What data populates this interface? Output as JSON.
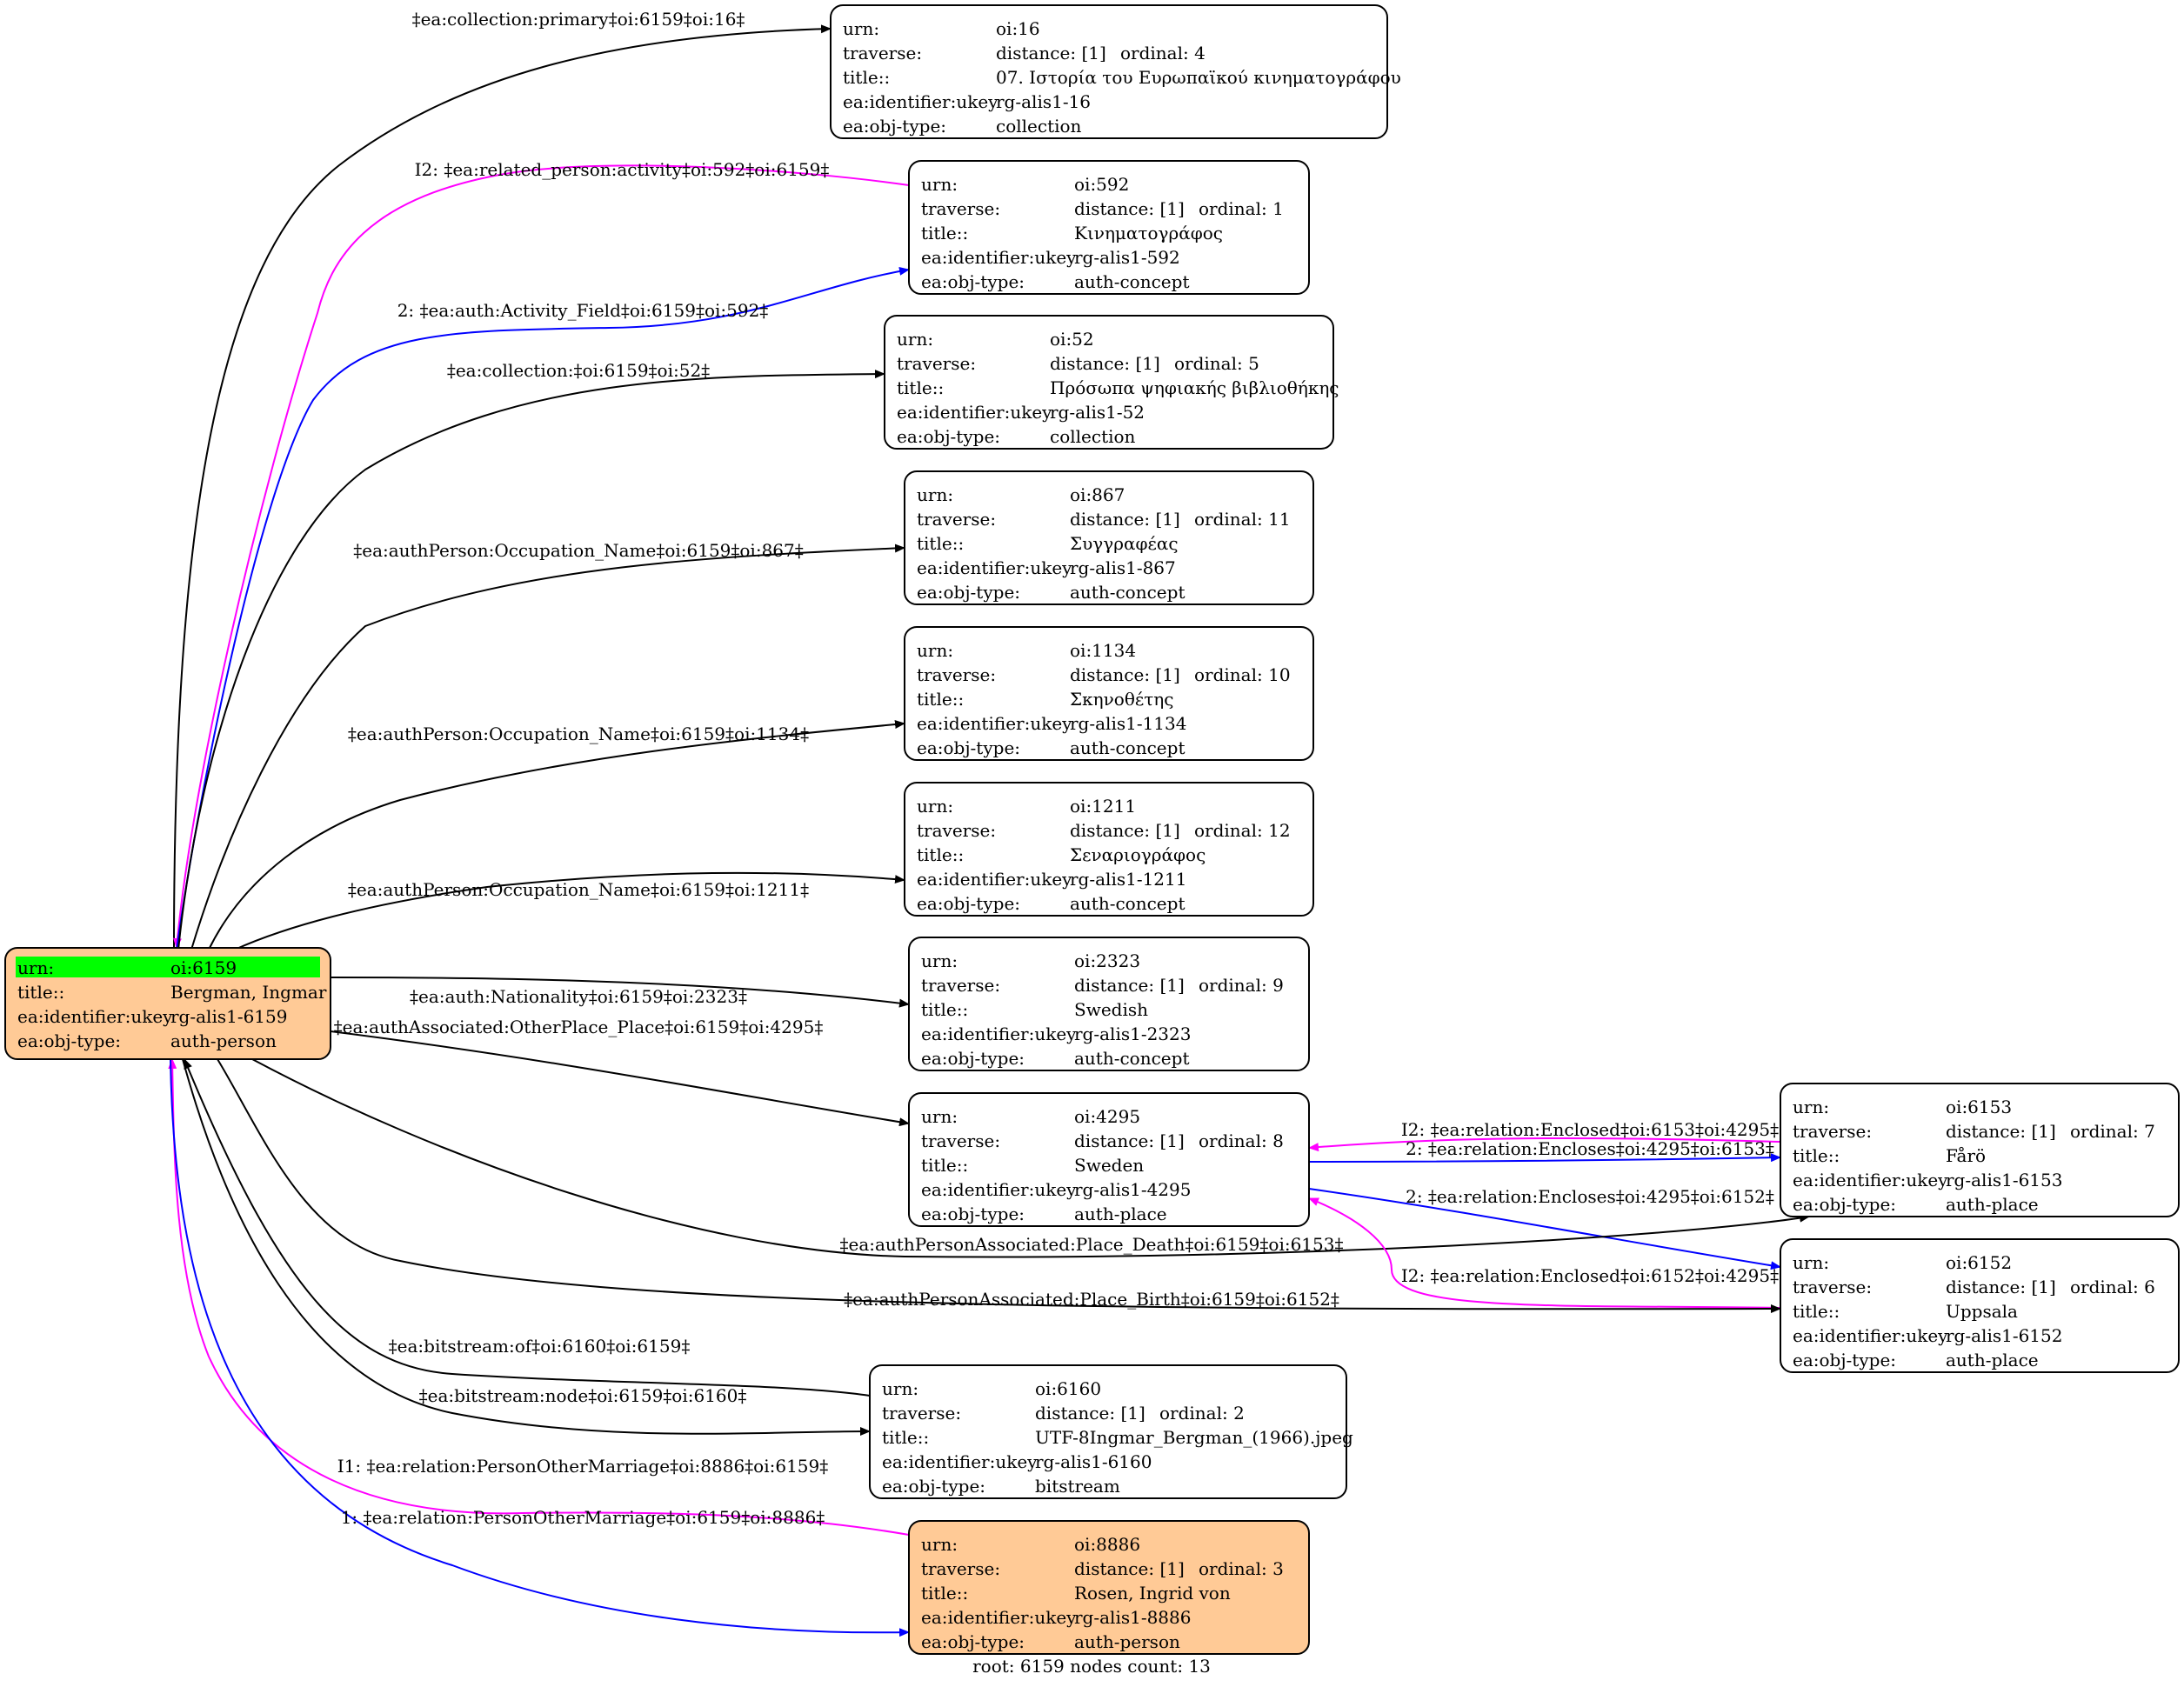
{
  "colors": {
    "edge_black": "#000000",
    "edge_magenta": "#ff00ff",
    "edge_blue": "#0000ff",
    "node_fill_default": "#ffffff",
    "node_fill_person": "#ffca96",
    "root_highlight": "#00ff00"
  },
  "root": {
    "id": "oi:6159",
    "rows": [
      {
        "key": "urn:",
        "value": "oi:6159"
      },
      {
        "key": "title::",
        "value": "Bergman, Ingmar"
      },
      {
        "key": "ea:identifier:ukey",
        "value": "rg-alis1-6159"
      },
      {
        "key": "ea:obj-type:",
        "value": "auth-person"
      }
    ]
  },
  "nodes": [
    {
      "id": "oi:16",
      "urn": "oi:16",
      "distance": "distance: [1]",
      "ordinal": "ordinal: 4",
      "title": "07. Ιστορία του Ευρωπαϊκού κινηματογράφου",
      "ukey": "rg-alis1-16",
      "obj_type": "collection",
      "fill": "node_fill_default"
    },
    {
      "id": "oi:592",
      "urn": "oi:592",
      "distance": "distance: [1]",
      "ordinal": "ordinal: 1",
      "title": "Κινηματογράφος",
      "ukey": "rg-alis1-592",
      "obj_type": "auth-concept",
      "fill": "node_fill_default"
    },
    {
      "id": "oi:52",
      "urn": "oi:52",
      "distance": "distance: [1]",
      "ordinal": "ordinal: 5",
      "title": "Πρόσωπα ψηφιακής βιβλιοθήκης",
      "ukey": "rg-alis1-52",
      "obj_type": "collection",
      "fill": "node_fill_default"
    },
    {
      "id": "oi:867",
      "urn": "oi:867",
      "distance": "distance: [1]",
      "ordinal": "ordinal: 11",
      "title": "Συγγραφέας",
      "ukey": "rg-alis1-867",
      "obj_type": "auth-concept",
      "fill": "node_fill_default"
    },
    {
      "id": "oi:1134",
      "urn": "oi:1134",
      "distance": "distance: [1]",
      "ordinal": "ordinal: 10",
      "title": "Σκηνοθέτης",
      "ukey": "rg-alis1-1134",
      "obj_type": "auth-concept",
      "fill": "node_fill_default"
    },
    {
      "id": "oi:1211",
      "urn": "oi:1211",
      "distance": "distance: [1]",
      "ordinal": "ordinal: 12",
      "title": "Σεναριογράφος",
      "ukey": "rg-alis1-1211",
      "obj_type": "auth-concept",
      "fill": "node_fill_default"
    },
    {
      "id": "oi:2323",
      "urn": "oi:2323",
      "distance": "distance: [1]",
      "ordinal": "ordinal: 9",
      "title": "Swedish",
      "ukey": "rg-alis1-2323",
      "obj_type": "auth-concept",
      "fill": "node_fill_default"
    },
    {
      "id": "oi:4295",
      "urn": "oi:4295",
      "distance": "distance: [1]",
      "ordinal": "ordinal: 8",
      "title": "Sweden",
      "ukey": "rg-alis1-4295",
      "obj_type": "auth-place",
      "fill": "node_fill_default"
    },
    {
      "id": "oi:6153",
      "urn": "oi:6153",
      "distance": "distance: [1]",
      "ordinal": "ordinal: 7",
      "title": "Fårö",
      "ukey": "rg-alis1-6153",
      "obj_type": "auth-place",
      "fill": "node_fill_default"
    },
    {
      "id": "oi:6152",
      "urn": "oi:6152",
      "distance": "distance: [1]",
      "ordinal": "ordinal: 6",
      "title": "Uppsala",
      "ukey": "rg-alis1-6152",
      "obj_type": "auth-place",
      "fill": "node_fill_default"
    },
    {
      "id": "oi:6160",
      "urn": "oi:6160",
      "distance": "distance: [1]",
      "ordinal": "ordinal: 2",
      "title": "UTF-8Ingmar_Bergman_(1966).jpeg",
      "ukey": "rg-alis1-6160",
      "obj_type": "bitstream",
      "fill": "node_fill_default"
    },
    {
      "id": "oi:8886",
      "urn": "oi:8886",
      "distance": "distance: [1]",
      "ordinal": "ordinal: 3",
      "title": "Rosen, Ingrid von",
      "ukey": "rg-alis1-8886",
      "obj_type": "auth-person",
      "fill": "node_fill_person"
    }
  ],
  "row_keys": {
    "urn": "urn:",
    "traverse": "traverse:",
    "title": "title::",
    "ukey": "ea:identifier:ukey",
    "obj_type": "ea:obj-type:"
  },
  "edges": [
    {
      "from": "oi:6159",
      "to": "oi:16",
      "label": "‡ea:collection:primary‡oi:6159‡oi:16‡",
      "color": "edge_black"
    },
    {
      "from": "oi:592",
      "to": "oi:6159",
      "label": "I2: ‡ea:related_person:activity‡oi:592‡oi:6159‡",
      "color": "edge_magenta"
    },
    {
      "from": "oi:6159",
      "to": "oi:592",
      "label": "2: ‡ea:auth:Activity_Field‡oi:6159‡oi:592‡",
      "color": "edge_blue"
    },
    {
      "from": "oi:6159",
      "to": "oi:52",
      "label": "‡ea:collection:‡oi:6159‡oi:52‡",
      "color": "edge_black"
    },
    {
      "from": "oi:6159",
      "to": "oi:867",
      "label": "‡ea:authPerson:Occupation_Name‡oi:6159‡oi:867‡",
      "color": "edge_black"
    },
    {
      "from": "oi:6159",
      "to": "oi:1134",
      "label": "‡ea:authPerson:Occupation_Name‡oi:6159‡oi:1134‡",
      "color": "edge_black"
    },
    {
      "from": "oi:6159",
      "to": "oi:1211",
      "label": "‡ea:authPerson:Occupation_Name‡oi:6159‡oi:1211‡",
      "color": "edge_black"
    },
    {
      "from": "oi:6159",
      "to": "oi:2323",
      "label": "‡ea:auth:Nationality‡oi:6159‡oi:2323‡",
      "color": "edge_black"
    },
    {
      "from": "oi:6159",
      "to": "oi:4295",
      "label": "‡ea:authAssociated:OtherPlace_Place‡oi:6159‡oi:4295‡",
      "color": "edge_black"
    },
    {
      "from": "oi:6153",
      "to": "oi:4295",
      "label": "I2: ‡ea:relation:Enclosed‡oi:6153‡oi:4295‡",
      "color": "edge_magenta"
    },
    {
      "from": "oi:4295",
      "to": "oi:6153",
      "label": "2: ‡ea:relation:Encloses‡oi:4295‡oi:6153‡",
      "color": "edge_blue"
    },
    {
      "from": "oi:4295",
      "to": "oi:6152",
      "label": "2: ‡ea:relation:Encloses‡oi:4295‡oi:6152‡",
      "color": "edge_blue"
    },
    {
      "from": "oi:6159",
      "to": "oi:6153",
      "label": "‡ea:authPersonAssociated:Place_Death‡oi:6159‡oi:6153‡",
      "color": "edge_black"
    },
    {
      "from": "oi:6152",
      "to": "oi:4295",
      "label": "I2: ‡ea:relation:Enclosed‡oi:6152‡oi:4295‡",
      "color": "edge_magenta"
    },
    {
      "from": "oi:6159",
      "to": "oi:6152",
      "label": "‡ea:authPersonAssociated:Place_Birth‡oi:6159‡oi:6152‡",
      "color": "edge_black"
    },
    {
      "from": "oi:6160",
      "to": "oi:6159",
      "label": "‡ea:bitstream:of‡oi:6160‡oi:6159‡",
      "color": "edge_black"
    },
    {
      "from": "oi:6159",
      "to": "oi:6160",
      "label": "‡ea:bitstream:node‡oi:6159‡oi:6160‡",
      "color": "edge_black"
    },
    {
      "from": "oi:8886",
      "to": "oi:6159",
      "label": "I1: ‡ea:relation:PersonOtherMarriage‡oi:8886‡oi:6159‡",
      "color": "edge_magenta"
    },
    {
      "from": "oi:6159",
      "to": "oi:8886",
      "label": "1: ‡ea:relation:PersonOtherMarriage‡oi:6159‡oi:8886‡",
      "color": "edge_blue"
    }
  ],
  "footer": "root: 6159 nodes count: 13"
}
